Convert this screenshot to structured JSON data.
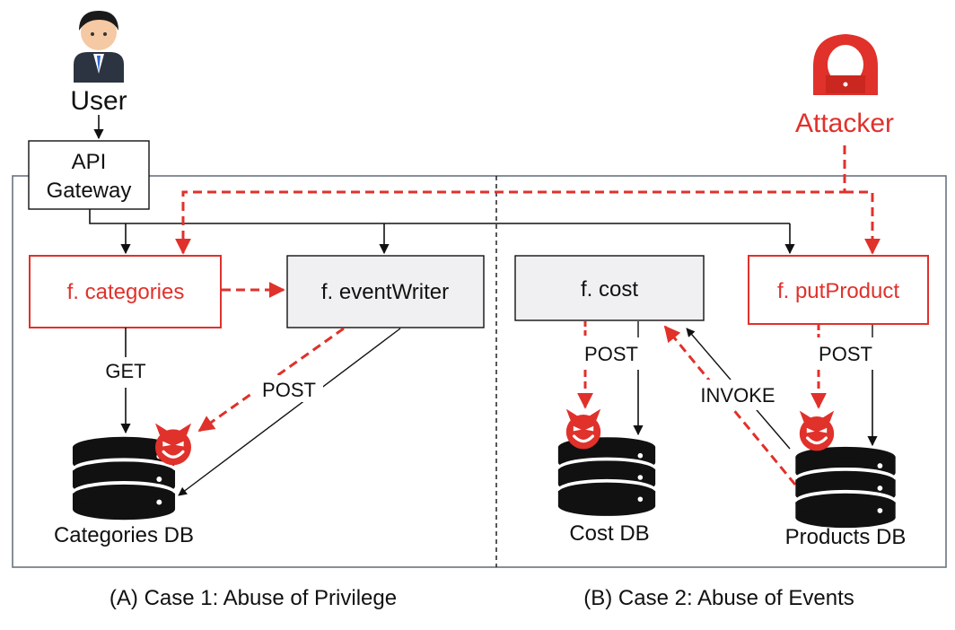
{
  "colors": {
    "attack_red": "#e0312b",
    "ink": "#111111",
    "frame": "#6a7381",
    "shaded_box": "#f0f0f2"
  },
  "actors": {
    "user_label": "User",
    "attacker_label": "Attacker"
  },
  "gateway": {
    "line1": "API",
    "line2": "Gateway"
  },
  "functions": {
    "categories": "f. categories",
    "event_writer": "f. eventWriter",
    "cost": "f. cost",
    "put_product": "f. putProduct"
  },
  "edge_labels": {
    "get": "GET",
    "post_event_writer": "POST",
    "post_cost": "POST",
    "post_put_product": "POST",
    "invoke": "INVOKE"
  },
  "databases": {
    "categories": "Categories DB",
    "cost": "Cost DB",
    "products": "Products DB"
  },
  "captions": {
    "case_a": "(A) Case 1: Abuse of Privilege",
    "case_b": "(B) Case 2: Abuse of Events"
  },
  "icons": {
    "user": "user-avatar-icon",
    "attacker": "hooded-hacker-icon",
    "database": "database-stack-icon",
    "malicious": "devil-face-icon"
  }
}
